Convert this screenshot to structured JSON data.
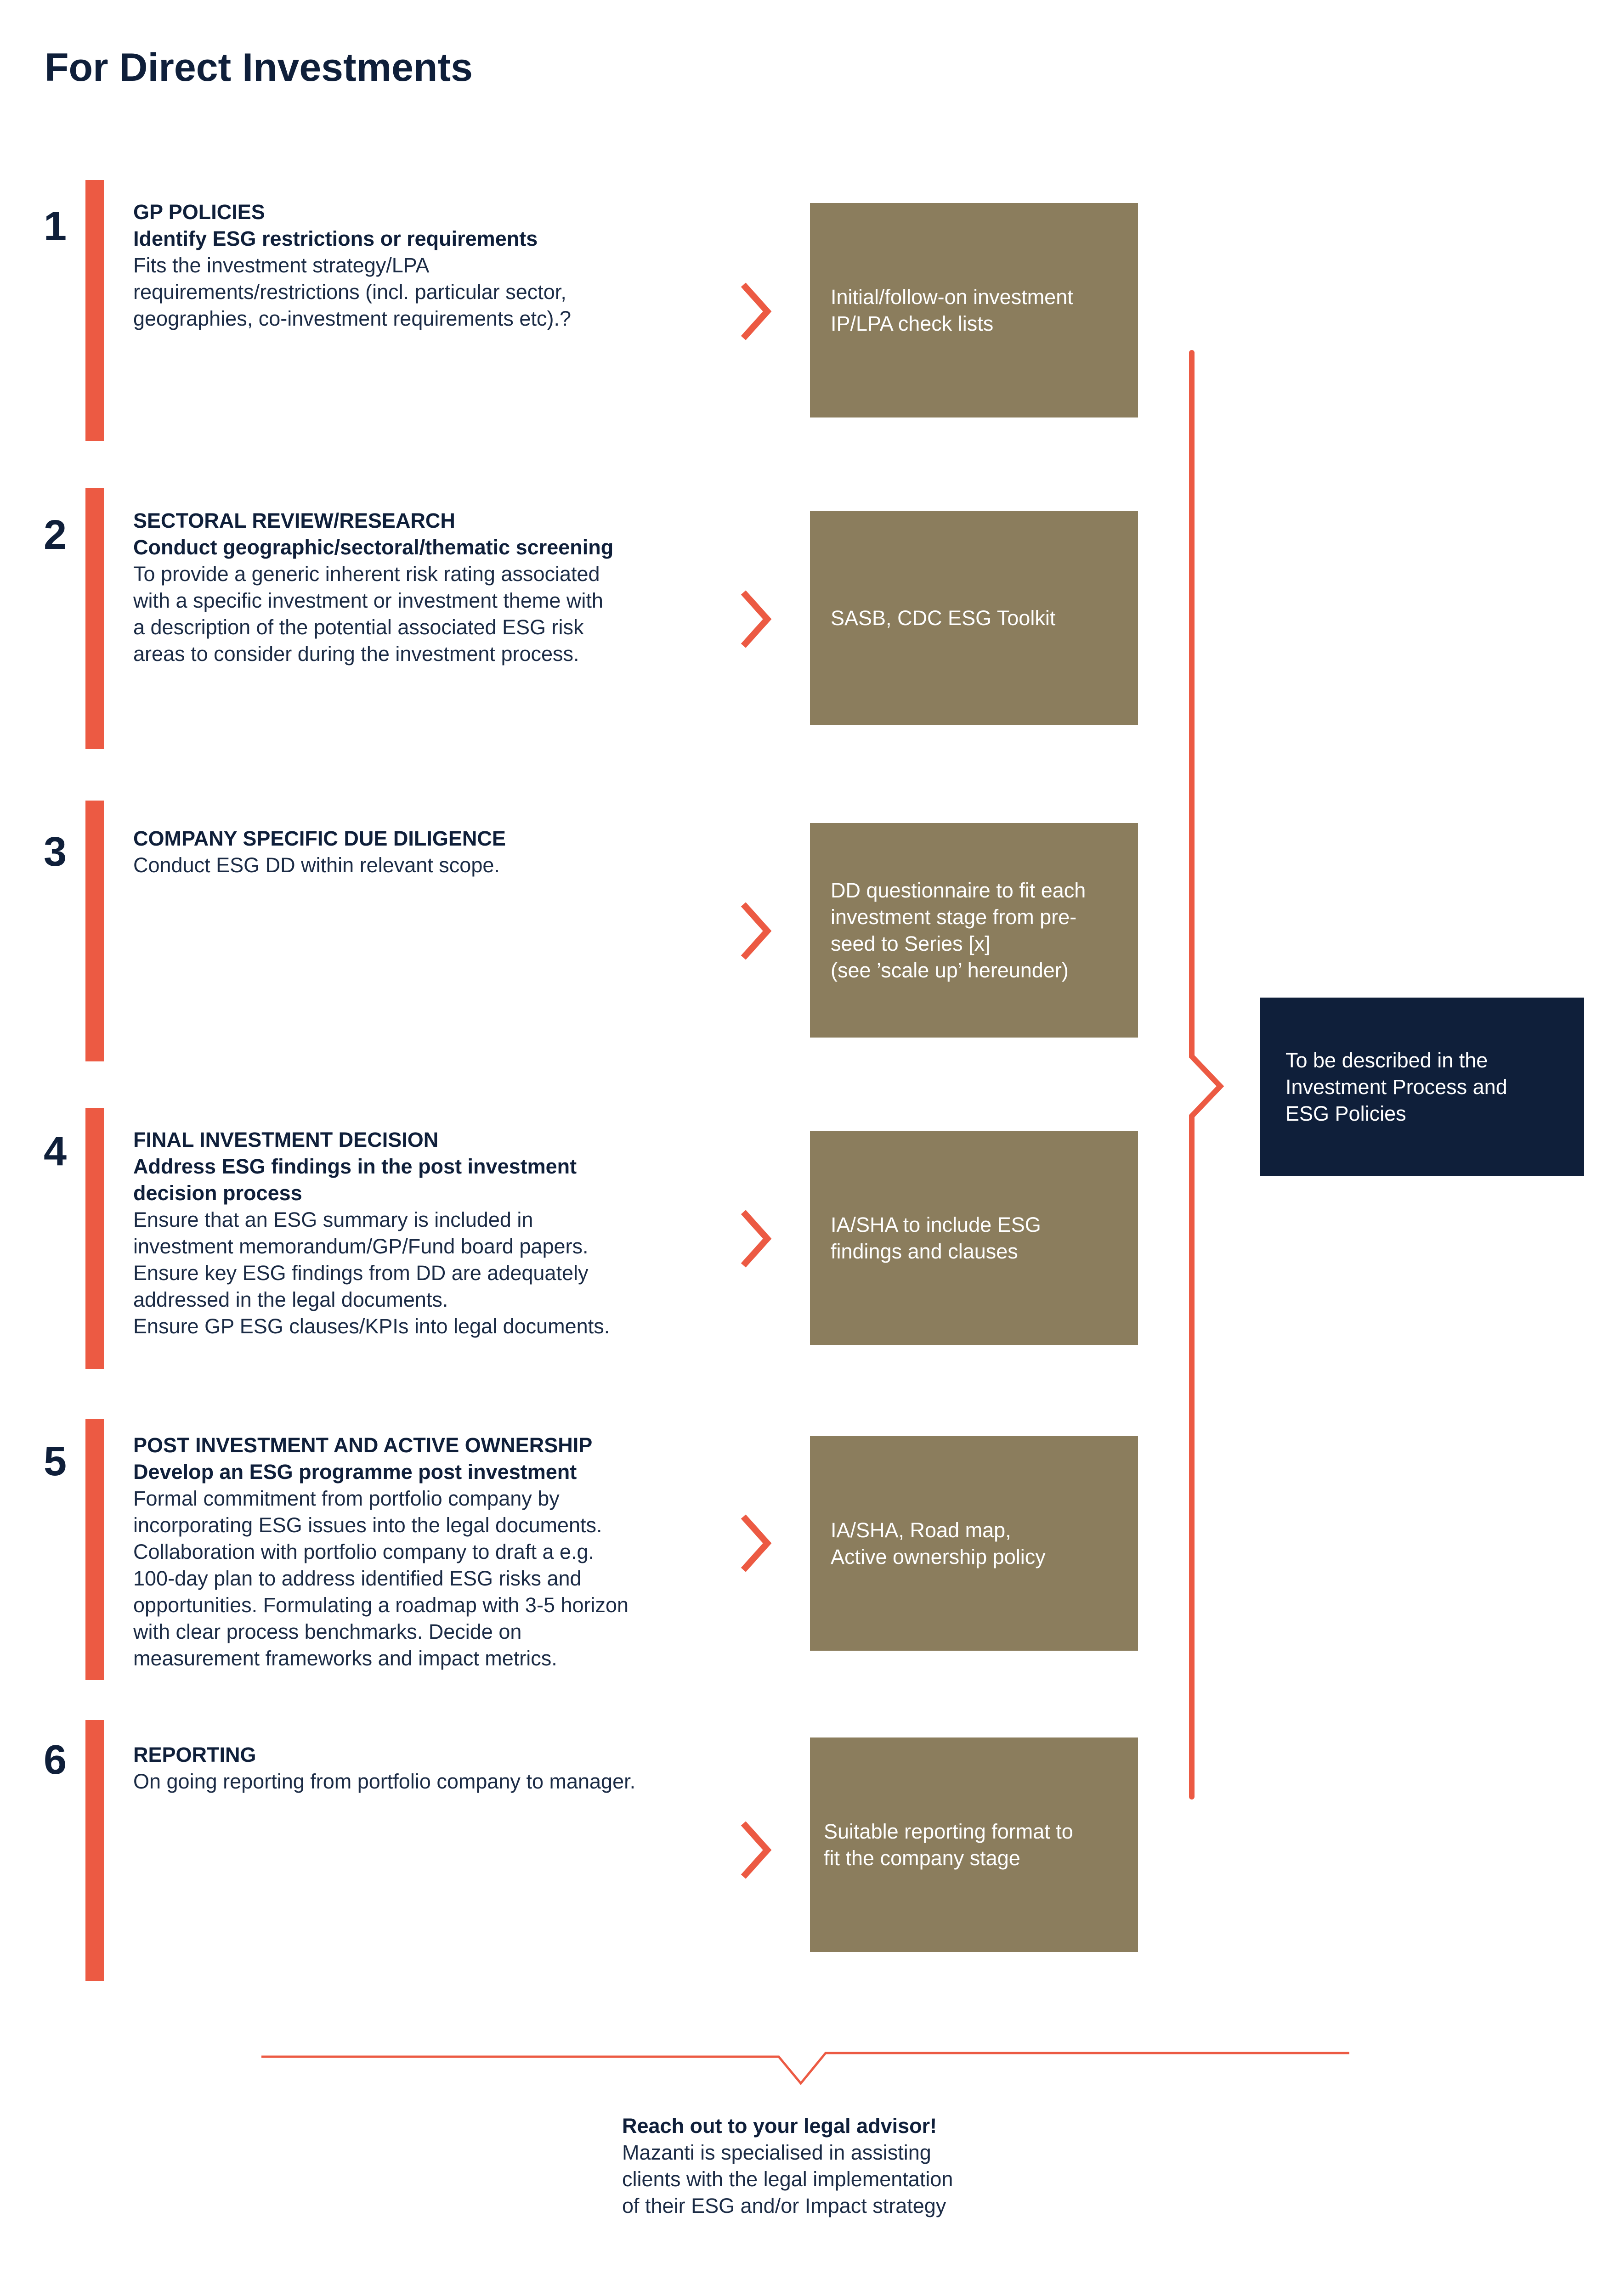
{
  "page": {
    "title": "For Direct Investments"
  },
  "colors": {
    "accent": "#ec5a43",
    "navy": "#0f1f3a",
    "tool_box": "#8b7d5d"
  },
  "steps": [
    {
      "number": "1",
      "heading": "GP POLICIES",
      "subheading": "Identify ESG restrictions or requirements",
      "body": "Fits the investment strategy/LPA\nrequirements/restrictions (incl. particular sector,\ngeographies, co-investment requirements etc).?",
      "tool": "Initial/follow-on investment\nIP/LPA check lists"
    },
    {
      "number": "2",
      "heading": "SECTORAL REVIEW/RESEARCH",
      "subheading": "Conduct geographic/sectoral/thematic screening",
      "body": "To provide a generic inherent risk rating associated\nwith a specific investment or investment theme with\na description of the potential associated ESG risk\nareas to consider during the investment process.",
      "tool": "SASB, CDC ESG Toolkit"
    },
    {
      "number": "3",
      "heading": "COMPANY SPECIFIC DUE DILIGENCE",
      "subheading": "",
      "body": "Conduct ESG DD within relevant scope.",
      "tool": "DD questionnaire to fit each\ninvestment stage from pre-\nseed to Series [x]\n(see ’scale up’ hereunder)"
    },
    {
      "number": "4",
      "heading": "FINAL INVESTMENT DECISION",
      "subheading": "Address ESG findings in the post investment\ndecision process",
      "body": "Ensure that an ESG summary is included in\ninvestment memorandum/GP/Fund board papers.\nEnsure key ESG findings from DD are adequately\naddressed in the legal documents.\nEnsure GP ESG clauses/KPIs into legal documents.",
      "tool": "IA/SHA to include ESG\nfindings and clauses"
    },
    {
      "number": "5",
      "heading": "POST INVESTMENT AND ACTIVE OWNERSHIP",
      "subheading": "Develop an ESG programme post investment",
      "body": "Formal commitment from portfolio company by\nincorporating ESG issues into the legal documents.\nCollaboration with portfolio company to draft a e.g.\n100-day plan to address identified ESG risks and\nopportunities. Formulating a roadmap with 3-5 horizon\nwith clear process benchmarks. Decide on\nmeasurement frameworks and impact metrics.",
      "tool": "IA/SHA, Road map,\nActive ownership policy"
    },
    {
      "number": "6",
      "heading": "REPORTING",
      "subheading": "",
      "body": "On going reporting from portfolio company to manager.",
      "tool": "Suitable reporting format to\nfit the company stage"
    }
  ],
  "policy_box": {
    "text": "To be described in the\nInvestment Process and\nESG Policies"
  },
  "contact": {
    "heading": "Reach out to your legal advisor!",
    "body": "Mazanti is specialised in assisting\nclients with the legal implementation\nof their ESG and/or Impact strategy"
  }
}
